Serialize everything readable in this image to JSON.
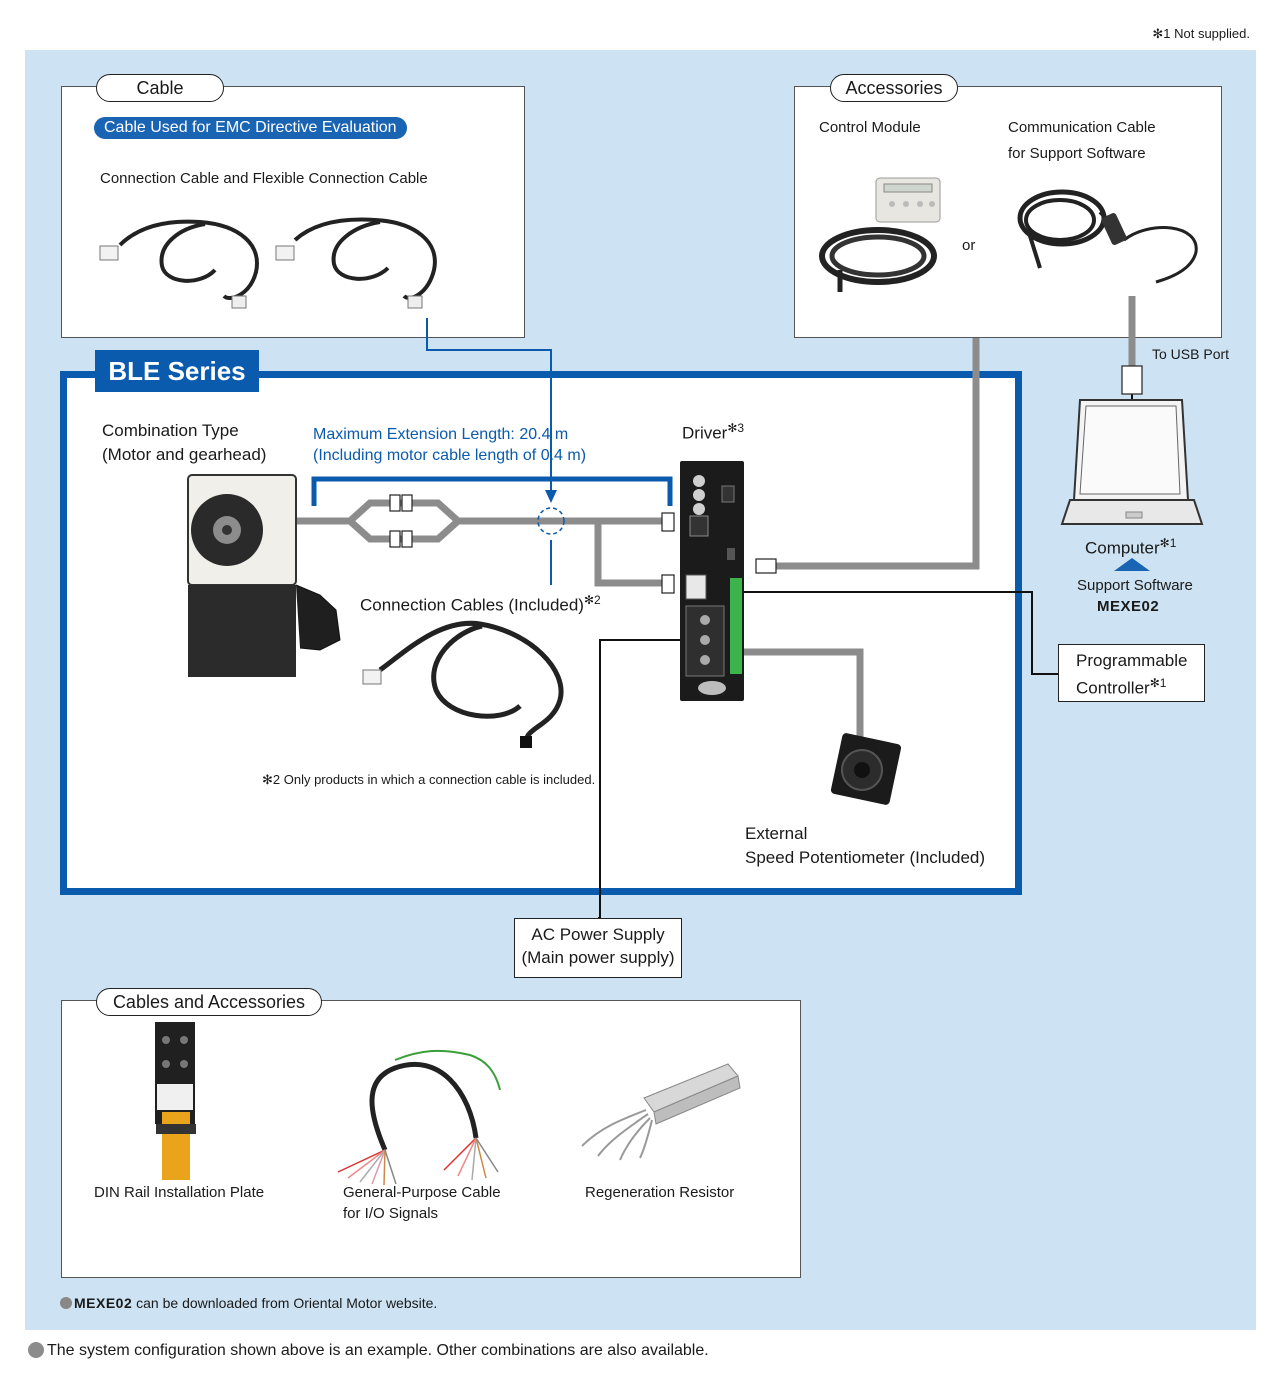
{
  "footnotes": {
    "top_right": "✻1 Not supplied.",
    "note2": "✻2 Only products in which a connection cable is included.",
    "mexe_prefix": "MEXE02",
    "mexe_suffix": " can be downloaded from Oriental Motor website.",
    "bottom": "The system configuration shown above is an example. Other combinations are also available."
  },
  "cable_section": {
    "title": "Cable",
    "emc_badge": "Cable Used for EMC Directive Evaluation",
    "item": "Connection Cable and Flexible Connection Cable"
  },
  "accessories_section": {
    "title": "Accessories",
    "control_module": "Control Module",
    "comm_cable_line1": "Communication Cable",
    "comm_cable_line2": "for Support Software",
    "or": "or"
  },
  "ble_series": {
    "title": "BLE Series",
    "combination_line1": "Combination Type",
    "combination_line2": "(Motor and gearhead)",
    "max_ext_line1": "Maximum Extension Length: 20.4 m",
    "max_ext_line2": "(Including motor cable length of 0.4 m)",
    "driver": "Driver",
    "driver_mark": "✻3",
    "connection_cables": "Connection Cables (Included)",
    "connection_mark": "✻2",
    "external_line1": "External",
    "external_line2": "Speed Potentiometer (Included)"
  },
  "right_side": {
    "usb": "To USB Port",
    "computer": "Computer",
    "computer_mark": "✻1",
    "support_software": "Support Software",
    "mexe": "MEXE02",
    "plc_line1": "Programmable",
    "plc_line2": "Controller",
    "plc_mark": "✻1"
  },
  "power": {
    "line1": "AC Power Supply",
    "line2": "(Main power supply)"
  },
  "cables_accessories": {
    "title": "Cables and Accessories",
    "din": "DIN Rail Installation Plate",
    "general_line1": "General-Purpose Cable",
    "general_line2": "for I/O Signals",
    "regen": "Regeneration Resistor"
  },
  "colors": {
    "background_panel": "#cde3f3",
    "ble_blue": "#0a5aae",
    "cable_gray": "#8c8c8c"
  }
}
